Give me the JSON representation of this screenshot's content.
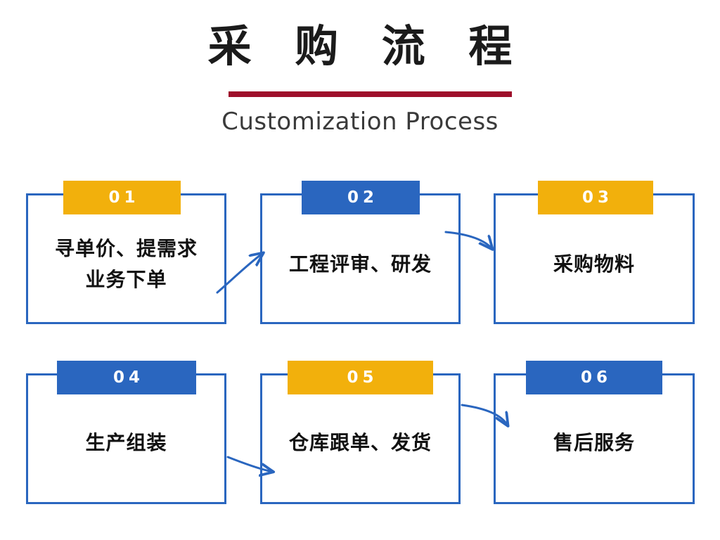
{
  "header": {
    "title_cn": "采 购 流 程",
    "subtitle_en": "Customization Process",
    "rule_color": "#9e0f2b"
  },
  "theme": {
    "orange": "#f2b00c",
    "blue": "#2a66bf",
    "box_border": "#2a66bf",
    "background": "#ffffff",
    "text": "#111111"
  },
  "flow": {
    "steps": [
      {
        "number": "01",
        "label": "寻单价、提需求\n业务下单",
        "tab_color": "orange"
      },
      {
        "number": "02",
        "label": "工程评审、研发",
        "tab_color": "blue"
      },
      {
        "number": "03",
        "label": "采购物料",
        "tab_color": "orange"
      },
      {
        "number": "04",
        "label": "生产组装",
        "tab_color": "blue"
      },
      {
        "number": "05",
        "label": "仓库跟单、发货",
        "tab_color": "orange"
      },
      {
        "number": "06",
        "label": "售后服务",
        "tab_color": "blue"
      }
    ],
    "connectors": [
      {
        "from": "01",
        "to": "02"
      },
      {
        "from": "02",
        "to": "03"
      },
      {
        "from": "04",
        "to": "05"
      },
      {
        "from": "05",
        "to": "06"
      }
    ]
  }
}
